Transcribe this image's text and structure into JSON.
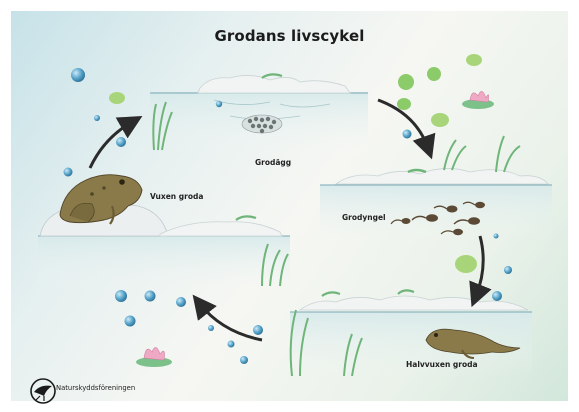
{
  "title": "Grodans livscykel",
  "stages": {
    "eggs": "Grodägg",
    "tadpoles": "Grodyngel",
    "froglet": "Halvvuxen groda",
    "adult": "Vuxen groda"
  },
  "organization": "Naturskyddsföreningen",
  "colors": {
    "arrow": "#2b2b2b",
    "water": "#bfd9dc",
    "plant": "#6fb57a",
    "bubble": "#3f8fb8",
    "frog": "#8a7a4a"
  },
  "icons": [
    "cycle-arrow-icon",
    "bird-logo-icon",
    "water-lily-icon",
    "bubble-icon"
  ]
}
